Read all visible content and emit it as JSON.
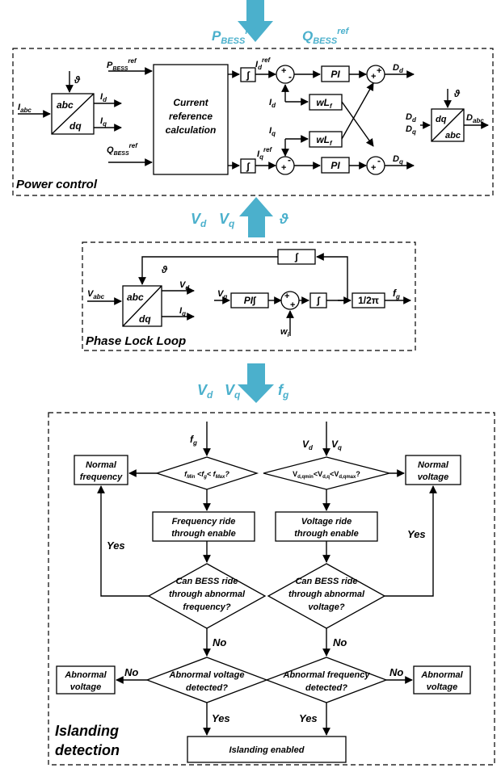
{
  "colors": {
    "accent_arrow": "#4bb0cc",
    "line": "#000000"
  },
  "icons": [
    "integrator-icon",
    "pi-controller-icon",
    "summing-junction-icon",
    "coordinate-transform-icon",
    "decision-diamond-icon"
  ],
  "signals_top": {
    "p": "P",
    "p_sub": "BESS",
    "p_sup": "ref",
    "q": "Q",
    "q_sub": "BESS",
    "q_sup": "ref"
  },
  "power_control": {
    "label": "Power control",
    "iabc": "I",
    "iabc_sub": "abc",
    "abc": "abc",
    "dq": "dq",
    "theta": "ϑ",
    "id": "I",
    "id_sub": "d",
    "iq": "I",
    "iq_sub": "q",
    "pref": "P",
    "pref_sub": "BESS",
    "pref_sup": "ref",
    "qref": "Q",
    "qref_sub": "BESS",
    "qref_sup": "ref",
    "calc_line1": "Current",
    "calc_line2": "reference",
    "calc_line3": "calculation",
    "integ": "∫",
    "idref": "I",
    "idref_sub": "d",
    "idref_sup": "ref",
    "iqref": "I",
    "iqref_sub": "q",
    "iqref_sup": "ref",
    "pi": "PI",
    "wlf": "wL",
    "wlf_sub": "f",
    "id2": "I",
    "id2_sub": "d",
    "iq2": "I",
    "iq2_sub": "q",
    "dd": "D",
    "dd_sub": "d",
    "dq_out": "D",
    "dq_out_sub": "q",
    "dd2": "D",
    "dd2_sub": "d",
    "dq2": "D",
    "dq2_sub": "q",
    "dabc": "D",
    "dabc_sub": "abc",
    "plus": "+",
    "minus": "-"
  },
  "middle_signals": {
    "vd": "V",
    "vd_sub": "d",
    "vq": "V",
    "vq_sub": "q",
    "theta": "ϑ"
  },
  "pll": {
    "label": "Phase Lock Loop",
    "vabc": "V",
    "vabc_sub": "abc",
    "abc": "abc",
    "dq": "dq",
    "theta": "ϑ",
    "vd": "V",
    "vd_sub": "d",
    "iq": "I",
    "iq_sub": "q",
    "vq_in": "V",
    "vq_in_sub": "q",
    "pi": "PI∫",
    "integ": "∫",
    "gain": "1/2π",
    "fg": "f",
    "fg_sub": "g",
    "wi": "w",
    "wi_sub": "i",
    "plus": "+"
  },
  "bottom_signals": {
    "vd": "V",
    "vd_sub": "d",
    "vq": "V",
    "vq_sub": "q",
    "fg": "f",
    "fg_sub": "g"
  },
  "islanding": {
    "label_line1": "Islanding",
    "label_line2": "detection",
    "fg": "f",
    "fg_sub": "g",
    "vd": "V",
    "vd_sub": "d",
    "vq": "V",
    "vq_sub": "q",
    "freq_check": "f",
    "freq_check_sub1": "Min",
    "freq_check_mid": " <f",
    "freq_check_sub2": "g",
    "freq_check_mid2": "< f",
    "freq_check_sub3": "Max",
    "freq_check_end": "?",
    "volt_check": "V",
    "volt_check_sub1": "d,qmin",
    "volt_check_mid": "<V",
    "volt_check_sub2": "d,q",
    "volt_check_mid2": "<V",
    "volt_check_sub3": "d,qmax",
    "volt_check_end": "?",
    "normal_freq_1": "Normal",
    "normal_freq_2": "frequency",
    "normal_volt_1": "Normal",
    "normal_volt_2": "voltage",
    "freq_rt_1": "Frequency ride",
    "freq_rt_2": "through enable",
    "volt_rt_1": "Voltage ride",
    "volt_rt_2": "through enable",
    "yes_left": "Yes",
    "yes_right": "Yes",
    "can_freq_1": "Can BESS ride",
    "can_freq_2": "through abnormal",
    "can_freq_3": "frequency?",
    "can_volt_1": "Can BESS ride",
    "can_volt_2": "through abnormal",
    "can_volt_3": "voltage?",
    "no_left": "No",
    "no_right": "No",
    "ab_volt_1": "Abnormal voltage",
    "ab_volt_2": "detected?",
    "ab_freq_1": "Abnormal frequency",
    "ab_freq_2": "detected?",
    "no_far_left": "No",
    "no_far_right": "No",
    "abnormal_volt_box_1": "Abnormal",
    "abnormal_volt_box_2": "voltage",
    "abnormal_volt_box_r1": "Abnormal",
    "abnormal_volt_box_r2": "voltage",
    "yes_bottom_left": "Yes",
    "yes_bottom_right": "Yes",
    "enabled": "Islanding enabled"
  }
}
